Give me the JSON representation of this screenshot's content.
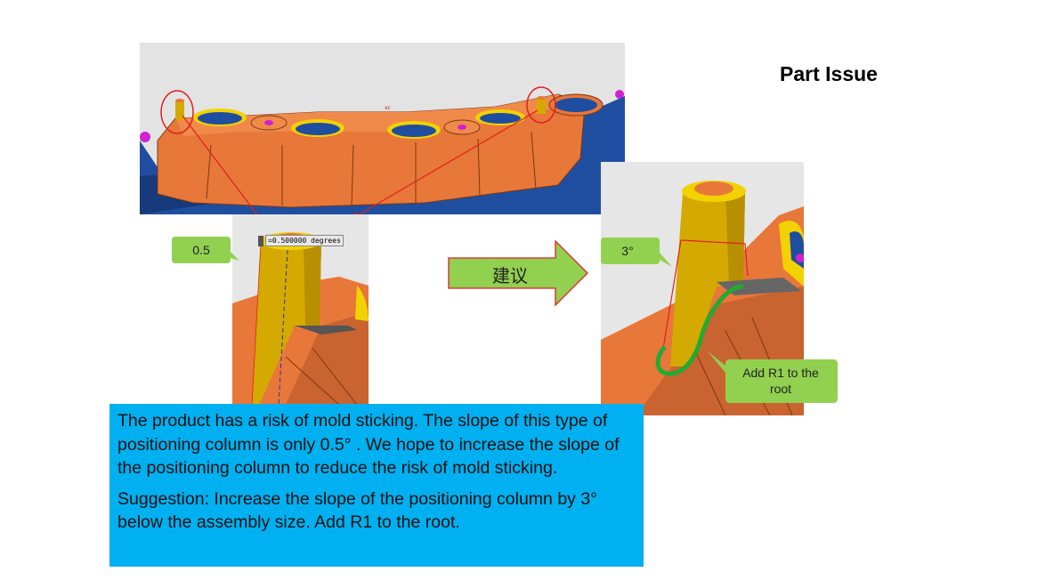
{
  "page": {
    "title": "Part Issue"
  },
  "callouts": {
    "left_value": "0.5",
    "right_value": "3°",
    "root_note": "Add R1 to the root"
  },
  "arrow": {
    "label": "建议"
  },
  "measurement": {
    "readout": "=0.500000 degrees"
  },
  "description": {
    "paragraph1": "The product has a risk of mold sticking. The slope of this type of positioning column is only 0.5°  . We hope to increase the slope of the positioning column to reduce the risk of mold sticking.",
    "paragraph2": "Suggestion: Increase the slope of the positioning column by 3°   below the assembly size. Add R1 to the root."
  },
  "colors": {
    "callout_fill": "#92d050",
    "description_fill": "#00b0f0",
    "part_orange": "#e8773a",
    "pin_yellow": "#d4aa00",
    "mold_blue": "#1f4ea0",
    "annotation_red": "#e02020",
    "root_green": "#22aa33"
  }
}
